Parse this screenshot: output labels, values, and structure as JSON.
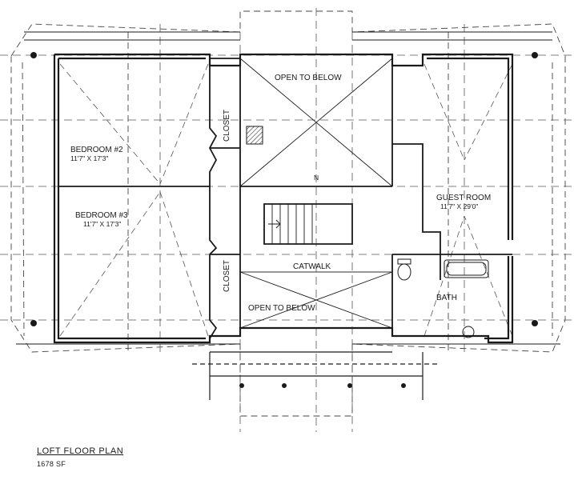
{
  "plan": {
    "title": "LOFT FLOOR PLAN",
    "area": "1678 SF",
    "line_color": "#1a1a1a",
    "rooms": {
      "bedroom2": {
        "name": "BEDROOM #2",
        "dims": "11'7\" X 17'3\""
      },
      "bedroom3": {
        "name": "BEDROOM #3",
        "dims": "11'7\" X 17'3\""
      },
      "guest": {
        "name": "GUEST ROOM",
        "dims": "11'7\" X 29'0\""
      },
      "bath": {
        "name": "BATH"
      },
      "closet_top": {
        "name": "CLOSET"
      },
      "closet_bottom": {
        "name": "CLOSET"
      },
      "open_top": {
        "name": "OPEN TO BELOW"
      },
      "open_bottom": {
        "name": "OPEN TO BELOW"
      },
      "catwalk": {
        "name": "CATWALK"
      },
      "stair_mark": {
        "name": "N"
      }
    }
  }
}
